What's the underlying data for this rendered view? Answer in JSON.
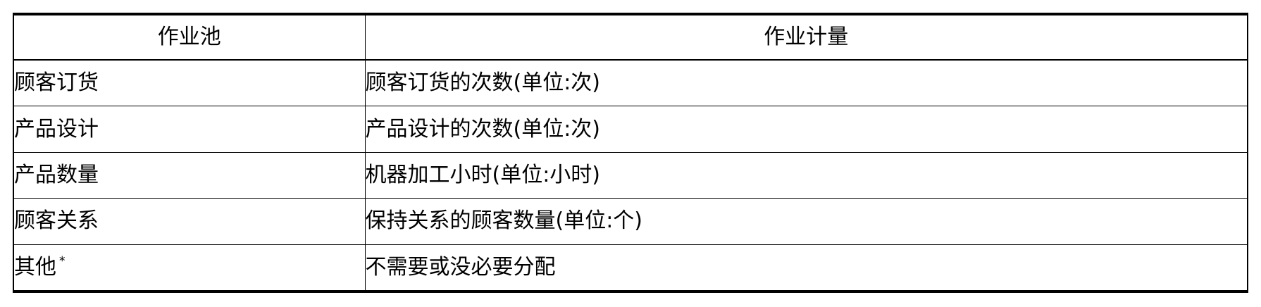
{
  "table": {
    "headers": {
      "pool": "作业池",
      "measure": "作业计量"
    },
    "rows": [
      {
        "pool": "顾客订货",
        "note": "",
        "measure": "顾客订货的次数(单位:次)"
      },
      {
        "pool": "产品设计",
        "note": "",
        "measure": "产品设计的次数(单位:次)"
      },
      {
        "pool": "产品数量",
        "note": "",
        "measure": "机器加工小时(单位:小时)"
      },
      {
        "pool": "顾客关系",
        "note": "",
        "measure": "保持关系的顾客数量(单位:个)"
      },
      {
        "pool": "其他",
        "note": "*",
        "measure": "不需要或没必要分配"
      }
    ]
  }
}
